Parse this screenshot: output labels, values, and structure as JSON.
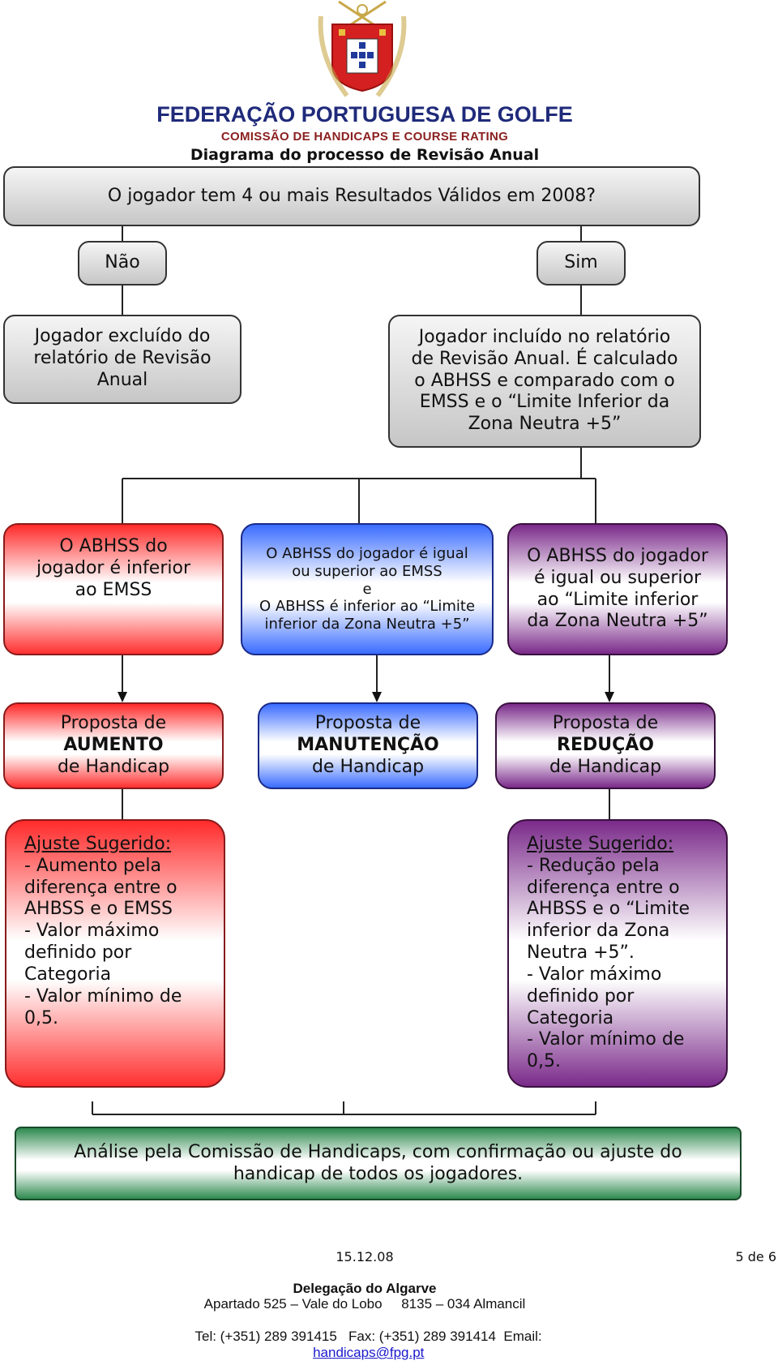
{
  "header": {
    "org": "FEDERAÇÃO PORTUGUESA DE GOLFE",
    "committee": "COMISSÃO DE HANDICAPS E COURSE RATING",
    "title": "Diagrama do processo de Revisão Anual"
  },
  "colors": {
    "navy": "#1f2a7a",
    "maroon": "#8a1f1f",
    "red": "#ff2a2a",
    "blue": "#3a6cff",
    "purple": "#7a2a8a",
    "green": "#2e8a4f"
  },
  "nodes": {
    "question": "O jogador tem 4 ou mais Resultados Válidos em 2008?",
    "no": "Não",
    "yes": "Sim",
    "excluded": "Jogador excluído do relatório de Revisão Anual",
    "included": "Jogador incluído no relatório de Revisão Anual. É calculado o ABHSS e comparado com o EMSS e o “Limite Inferior da Zona Neutra +5”",
    "cond_red": "O ABHSS do jogador é inferior ao EMSS",
    "cond_blue": [
      "O ABHSS do jogador é igual ou superior ao EMSS",
      "e",
      "O ABHSS é inferior ao “Limite inferior da Zona Neutra +5”"
    ],
    "cond_purple": "O ABHSS do jogador é igual ou superior ao “Limite inferior da Zona Neutra +5”",
    "prop_red": {
      "pre": "Proposta de",
      "key": "AUMENTO",
      "post": "de Handicap"
    },
    "prop_blue": {
      "pre": "Proposta de",
      "key": "MANUTENÇÃO",
      "post": "de Handicap"
    },
    "prop_purple": {
      "pre": "Proposta de",
      "key": "REDUÇÃO",
      "post": "de Handicap"
    },
    "adj_red": {
      "title": "Ajuste Sugerido:",
      "lines": [
        "- Aumento pela diferença entre o AHBSS e o EMSS",
        "- Valor máximo definido por Categoria",
        "- Valor mínimo de 0,5."
      ]
    },
    "adj_purple": {
      "title": "Ajuste Sugerido:",
      "lines": [
        "- Redução pela diferença entre o AHBSS e o “Limite inferior da Zona Neutra +5”.",
        "- Valor máximo definido por Categoria",
        "- Valor mínimo de 0,5."
      ]
    },
    "final": "Análise pela Comissão de Handicaps, com confirmação ou ajuste do handicap de todos os jogadores."
  },
  "footer": {
    "date": "15.12.08",
    "page": "5 de 6",
    "office": "Delegação do Algarve",
    "address": "Apartado 525 – Vale do Lobo     8135 – 034 Almancil",
    "contact": "Tel: (+351) 289 391415   Fax: (+351) 289 391414  Email:",
    "email": "handicaps@fpg.pt"
  }
}
